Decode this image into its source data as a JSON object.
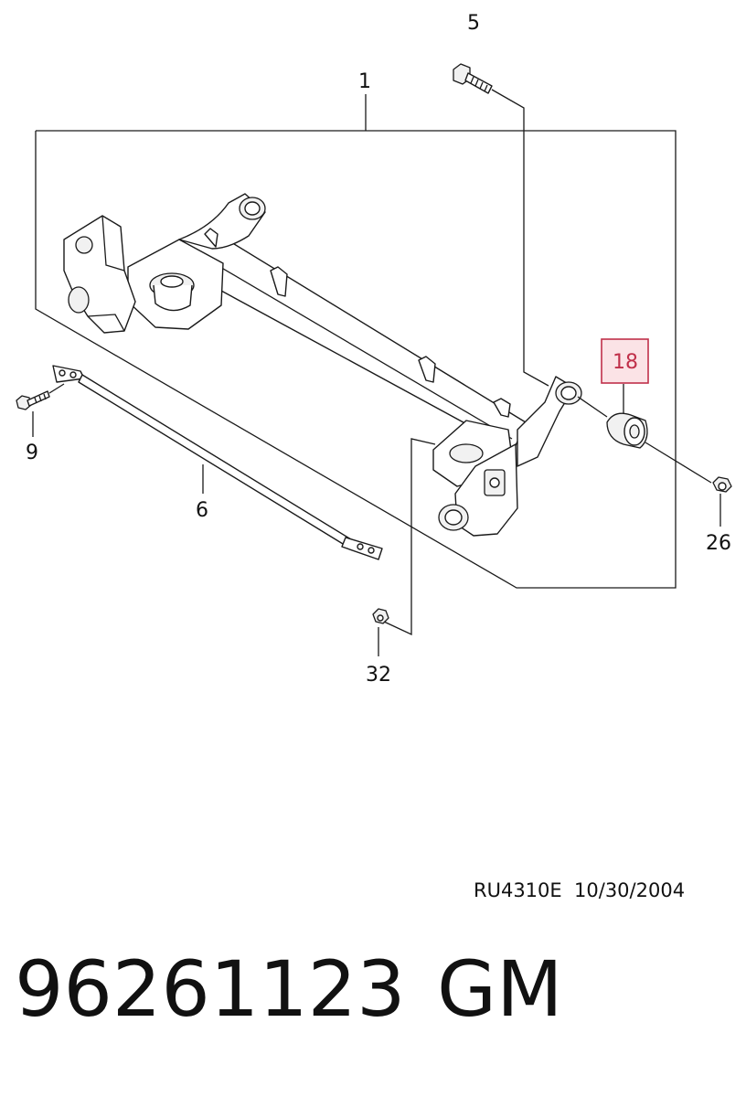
{
  "diagram": {
    "callouts": {
      "c1": "1",
      "c5": "5",
      "c6": "6",
      "c9": "9",
      "c18": "18",
      "c26": "26",
      "c32": "32"
    },
    "highlight_color": "#c0304a",
    "highlight_fill": "#fbe3e6"
  },
  "footer": {
    "reference": "RU4310E  10/30/2004",
    "part_number": "96261123",
    "brand": "GM"
  }
}
